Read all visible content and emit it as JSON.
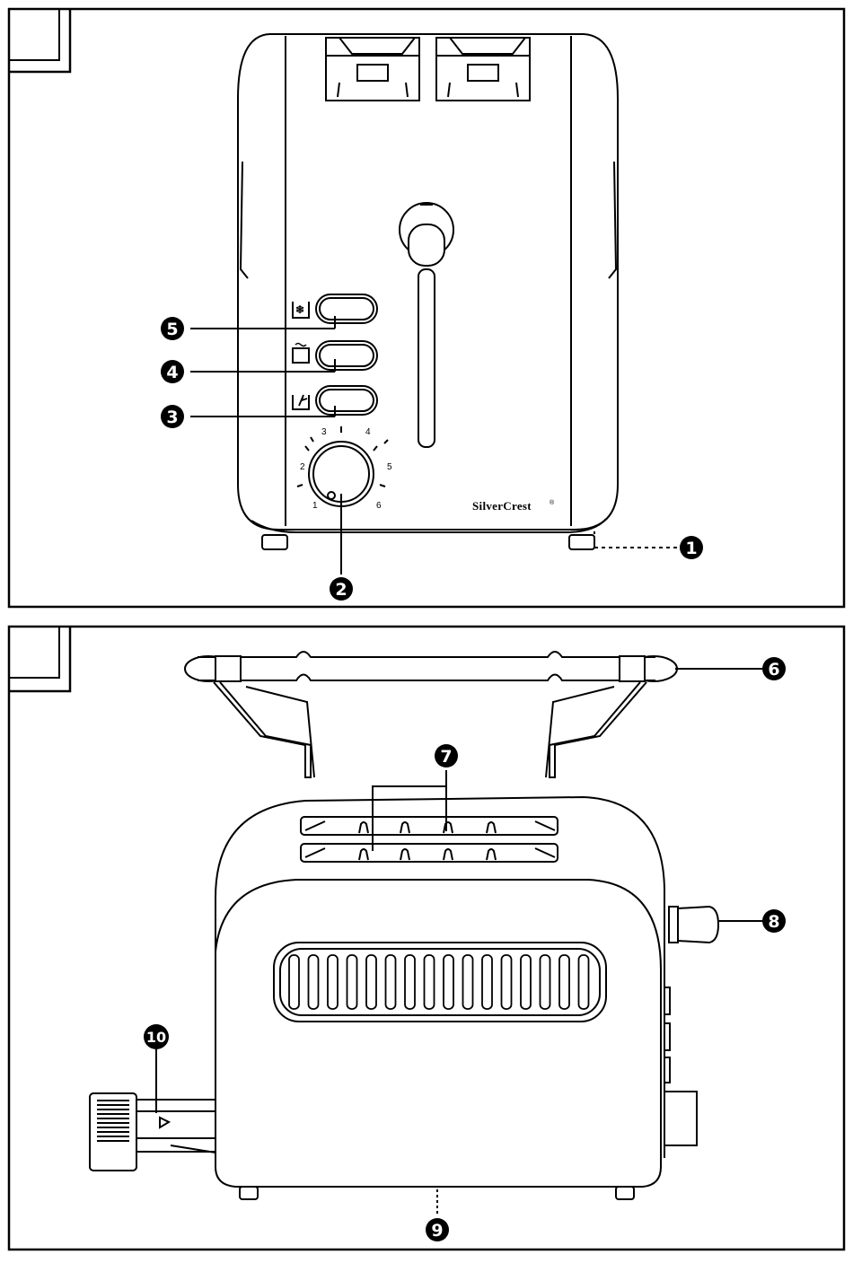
{
  "figure_top": {
    "brand": "SilverCrest",
    "brand_mark": "®",
    "dial_labels": [
      "1",
      "2",
      "3",
      "4",
      "5",
      "6"
    ],
    "callouts": [
      {
        "id": "callout-1",
        "label": "1"
      },
      {
        "id": "callout-2",
        "label": "2"
      },
      {
        "id": "callout-3",
        "label": "3"
      },
      {
        "id": "callout-4",
        "label": "4"
      },
      {
        "id": "callout-5",
        "label": "5"
      }
    ],
    "button_icons": [
      "defrost-icon",
      "reheat-icon",
      "cancel-icon"
    ]
  },
  "figure_bottom": {
    "callouts": [
      {
        "id": "callout-6",
        "label": "6"
      },
      {
        "id": "callout-7",
        "label": "7"
      },
      {
        "id": "callout-8",
        "label": "8"
      },
      {
        "id": "callout-9",
        "label": "9"
      },
      {
        "id": "callout-10",
        "label": "10"
      }
    ]
  },
  "colors": {
    "line": "#000000",
    "background": "#ffffff"
  }
}
